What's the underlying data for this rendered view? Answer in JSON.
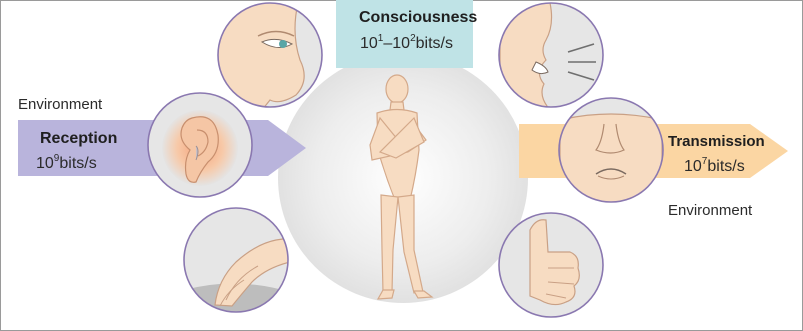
{
  "colors": {
    "reception_arrow": "#b9b4dc",
    "transmission_arrow": "#fbd6a3",
    "consciousness_box": "#bfe3e6",
    "circle_border": "#8a78b0",
    "circle_fill": "#e6e6e6",
    "skin": "#f7dcc2"
  },
  "environment_left": "Environment",
  "environment_right": "Environment",
  "reception": {
    "title": "Reception",
    "base": "10",
    "exp": "9",
    "unit": "bits/s"
  },
  "transmission": {
    "title": "Transmission",
    "base": "10",
    "exp": "7",
    "unit": "bits/s"
  },
  "consciousness": {
    "title": "Consciousness",
    "base1": "10",
    "exp1": "1",
    "dash": "–",
    "base2": "10",
    "exp2": "2",
    "unit": "bits/s"
  },
  "icons": [
    "eye-icon",
    "ear-icon",
    "hand-touch-icon",
    "mouth-speech-icon",
    "face-expression-icon",
    "thumb-gesture-icon",
    "human-figure-icon"
  ]
}
